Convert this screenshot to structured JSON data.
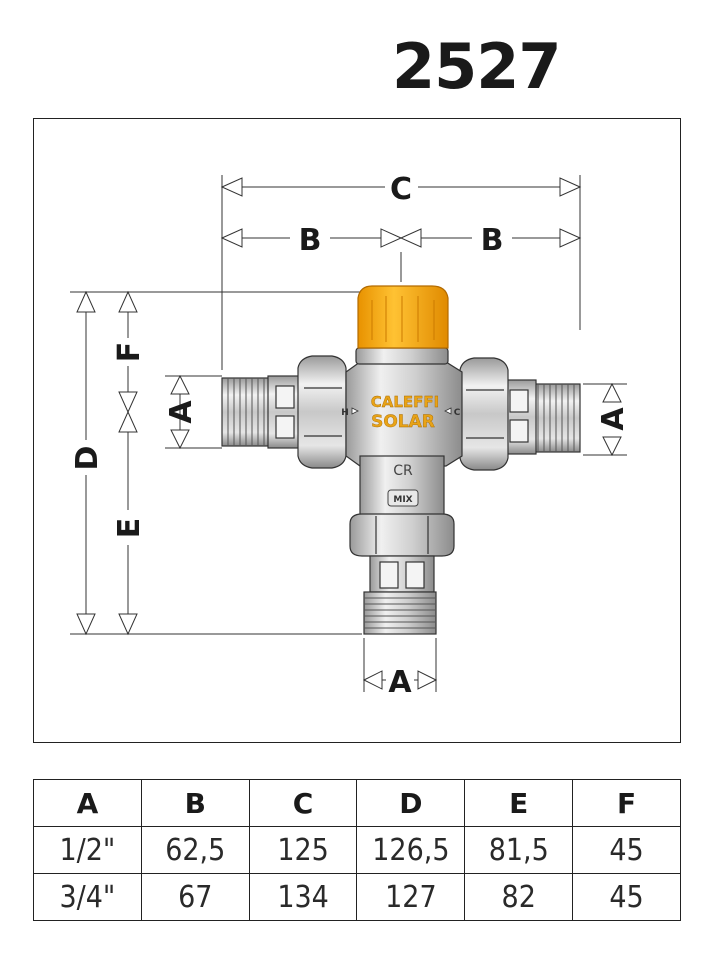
{
  "title": "2527",
  "drawing": {
    "dimension_labels": {
      "c": "C",
      "b_left": "B",
      "b_right": "B",
      "d": "D",
      "e": "E",
      "f": "F",
      "a_left": "A",
      "a_right": "A",
      "a_bottom": "A"
    },
    "valve": {
      "brand_line1": "CALEFFI",
      "brand_line2": "SOLAR",
      "hot_mark": "H",
      "cold_mark": "C",
      "logo_mark": "CR",
      "mix_mark": "MIX",
      "knob_color": "#f5a800",
      "brand_color": "#e8a317"
    }
  },
  "table": {
    "headers": [
      "A",
      "B",
      "C",
      "D",
      "E",
      "F"
    ],
    "rows": [
      [
        "1/2\"",
        "62,5",
        "125",
        "126,5",
        "81,5",
        "45"
      ],
      [
        "3/4\"",
        "67",
        "134",
        "127",
        "82",
        "45"
      ]
    ]
  }
}
